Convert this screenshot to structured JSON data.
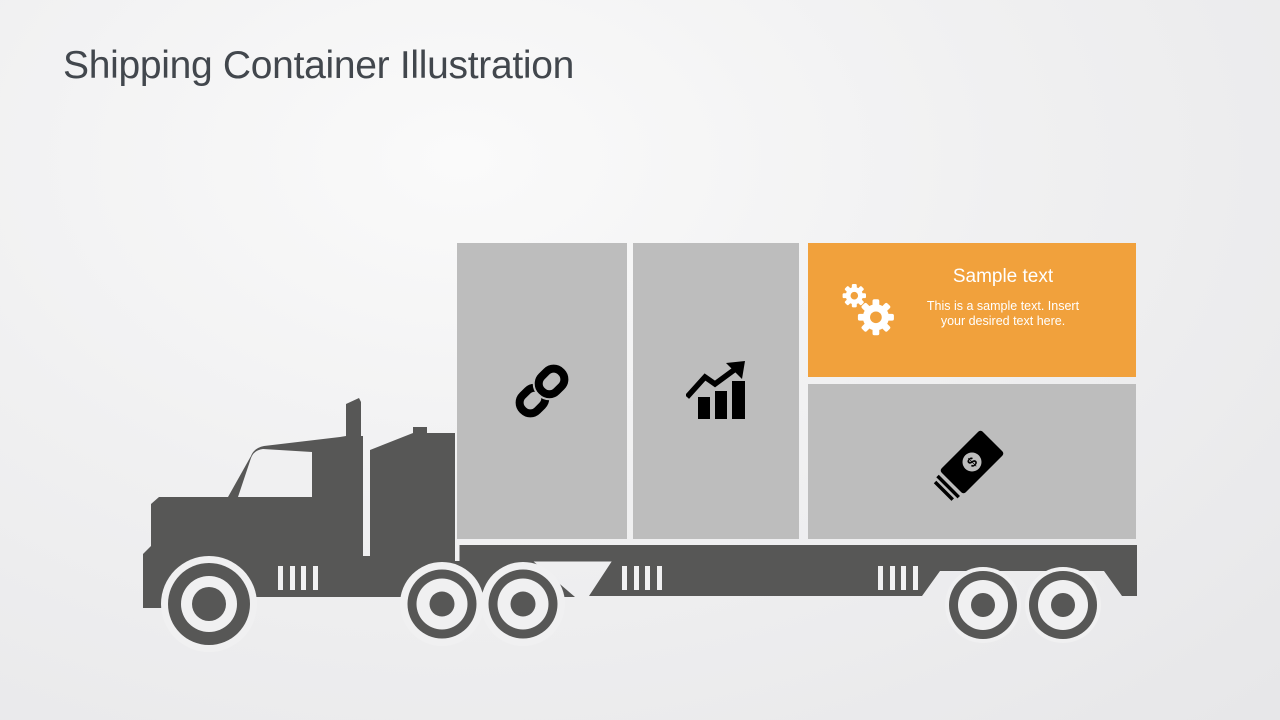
{
  "slide": {
    "title": "Shipping Container Illustration"
  },
  "illustration": {
    "name": "container-truck",
    "description_visible": false
  },
  "containers": [
    {
      "id": "container-1",
      "icon": "link-icon",
      "color": "#bdbdbd"
    },
    {
      "id": "container-2",
      "icon": "bar-chart-arrow-icon",
      "color": "#bdbdbd"
    },
    {
      "id": "container-3",
      "icon": "gears-icon",
      "color": "#f1a13c",
      "highlighted": true
    },
    {
      "id": "container-4",
      "icon": "cash-icon",
      "color": "#bdbdbd"
    }
  ],
  "callout": {
    "icon": "gears-icon",
    "title": "Sample text",
    "body": "This is a sample text. Insert your desired text here."
  },
  "colors": {
    "accent_orange": "#f1a13c",
    "container_gray": "#bdbdbd",
    "truck_gray": "#575756",
    "icon_black": "#000000",
    "title_text": "#42474d",
    "callout_text": "#ffffff",
    "background": "#f0f0f1"
  }
}
